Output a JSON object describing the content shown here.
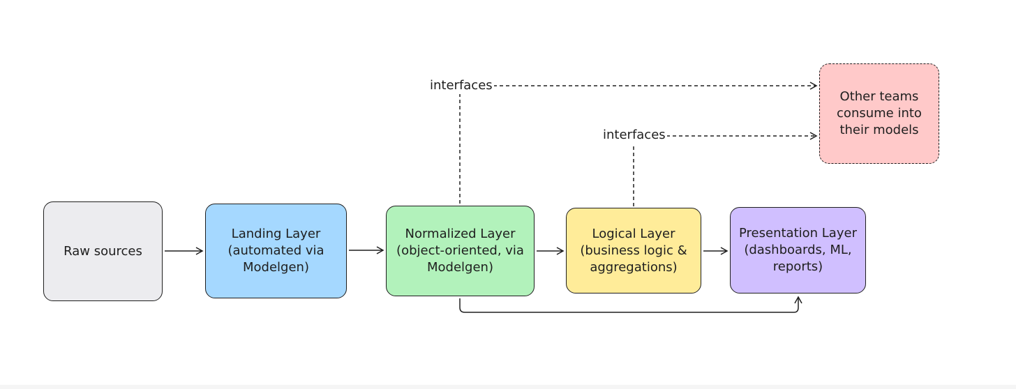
{
  "colors": {
    "raw": "#ececef",
    "landing": "#a5d8ff",
    "normalized": "#b2f2bb",
    "logical": "#ffec99",
    "presentation": "#d0bfff",
    "other": "#ffc9c9",
    "stroke": "#1e1e1e"
  },
  "nodes": {
    "raw": "Raw sources",
    "landing": "Landing Layer\n(automated via\nModelgen)",
    "normalized": "Normalized Layer\n(object-oriented, via\nModelgen)",
    "logical": "Logical Layer\n(business logic &\naggregations)",
    "presentation": "Presentation Layer\n(dashboards, ML,\nreports)",
    "other": "Other teams\nconsume into\ntheir models"
  },
  "labels": {
    "interfaces_top": "interfaces",
    "interfaces_mid": "interfaces"
  }
}
